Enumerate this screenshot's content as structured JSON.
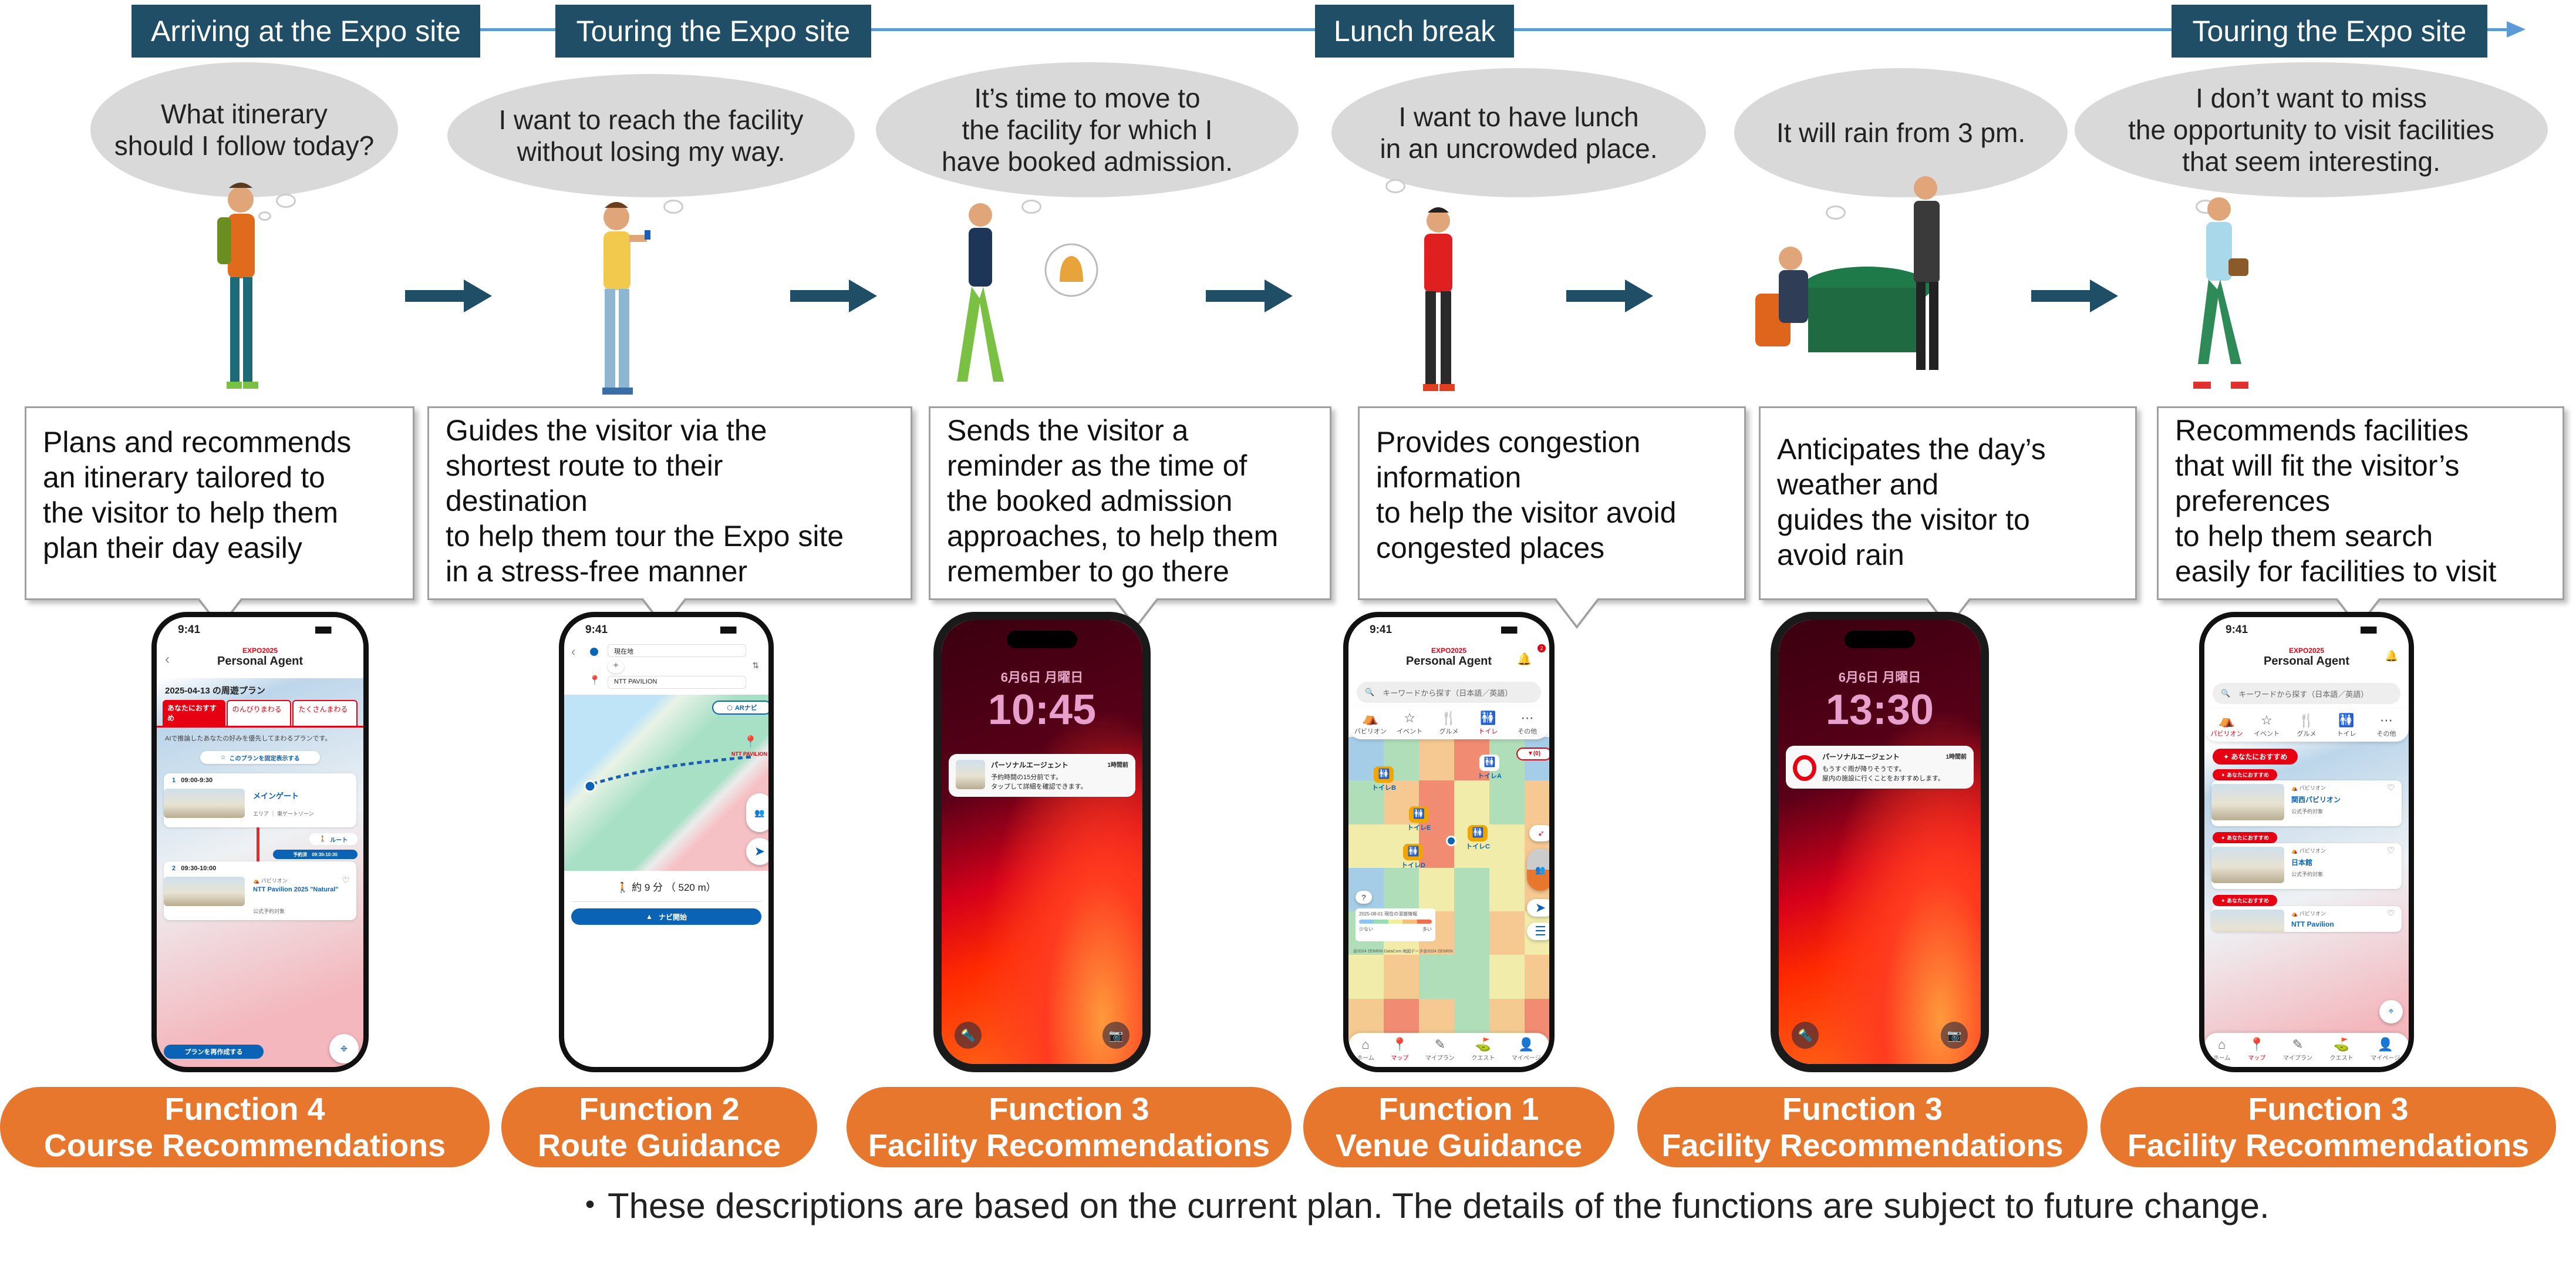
{
  "timeline": {
    "stages": [
      "Arriving at the Expo site",
      "Touring the Expo site",
      "Lunch break",
      "Touring the Expo site"
    ],
    "line_color": "#5b9bd5",
    "label_color": "#1f4e66"
  },
  "thoughts": [
    "What itinerary\nshould I follow today?",
    "I want to reach the facility\nwithout losing my way.",
    "It’s time to move to\nthe facility for which I\nhave booked admission.",
    "I want to have lunch\nin an uncrowded place.",
    "It will rain from 3 pm.",
    "I don’t want to miss\nthe opportunity to visit facilities\nthat seem interesting."
  ],
  "callouts": [
    "Plans and recommends\nan itinerary tailored to\nthe visitor to help them\nplan their day easily",
    "Guides the visitor via the\nshortest route to their\ndestination\nto help them tour the Expo site\nin a stress-free manner",
    "Sends the visitor a\nreminder as the time of\nthe booked admission\napproaches, to help them\nremember to go there",
    "Provides congestion\ninformation\nto help the visitor avoid\ncongested places",
    "Anticipates the day’s\nweather and\nguides the visitor to\navoid rain",
    "Recommends facilities\nthat will fit the visitor’s\npreferences\nto help them search\neasily for facilities to visit"
  ],
  "functions": [
    {
      "number": "Function 4",
      "name": "Course Recommendations"
    },
    {
      "number": "Function 2",
      "name": "Route Guidance"
    },
    {
      "number": "Function 3",
      "name": "Facility Recommendations"
    },
    {
      "number": "Function 1",
      "name": "Venue Guidance"
    },
    {
      "number": "Function 3",
      "name": "Facility Recommendations"
    },
    {
      "number": "Function 3",
      "name": "Facility Recommendations"
    }
  ],
  "function_color": "#e8772e",
  "footnote": "・These descriptions are based on the current plan. The details of the functions are subject to future change.",
  "app": {
    "brand": "EXPO2025",
    "title": "Personal Agent",
    "status_time": "9:41",
    "search_placeholder": "キーワードから探す（日本語／英語）",
    "categories": [
      "パビリオン",
      "イベント",
      "グルメ",
      "トイレ",
      "その他"
    ],
    "bottom_nav": [
      "ホーム",
      "マップ",
      "マイプラン",
      "クエスト",
      "マイページ"
    ],
    "brand_color": "#e60012",
    "accent_color": "#0b63b6"
  },
  "phone1": {
    "plan_title": "2025-04-13 の周遊プラン",
    "tabs": [
      "あなたにおすすめ",
      "のんびりまわる",
      "たくさんまわる"
    ],
    "description": "AIで推論したあなたの好みを優先してまわるプランです。",
    "pin_button": "このプランを固定表示する",
    "stops": [
      {
        "num": "1",
        "time": "09:00-9:30",
        "name": "メインゲート",
        "area": "エリア ｜ 東ゲートゾーン"
      },
      {
        "num": "2",
        "time": "09:30-10:00",
        "category": "パビリオン",
        "name": "NTT Pavilion 2025 \"Natural\"",
        "note": "公式予約対象"
      }
    ],
    "route_button": "ルート",
    "reserved_badge": "予約済　09:30-10:30",
    "remake_button": "プランを再作成する"
  },
  "phone2": {
    "origin": "現在地",
    "destination": "NTT PAVILION",
    "ar_button": "ARナビ",
    "map_label": "NTT PAVILION",
    "eta": "約 9 分 （ 520 m）",
    "start_button": "ナビ開始"
  },
  "phone3": {
    "date": "6月6日 月曜日",
    "time": "10:45",
    "notif_app": "パーソナルエージェント",
    "notif_ago": "1時間前",
    "notif_body": "予約時間の15分前です。\nタップして詳細を確認できます。"
  },
  "phone4": {
    "notif_count": "2",
    "filter": "(0)",
    "toilets": [
      "トイレA",
      "トイレB",
      "トイレC",
      "トイレD",
      "トイレE"
    ],
    "legend_title": "2025-08-01 現在の混雑情報",
    "legend_low": "少ない",
    "legend_high": "多い",
    "legend_colors": [
      "#8ec5ee",
      "#9bdcb0",
      "#f3ee9c",
      "#f7c07a",
      "#f26d50"
    ],
    "copyright": "@2024 ZENRIN DataCom 地図データ@2024 ZENRIN",
    "help": "?"
  },
  "phone5": {
    "date": "6月6日 月曜日",
    "time": "13:30",
    "notif_app": "パーソナルエージェント",
    "notif_ago": "1時間前",
    "notif_body": "もうすぐ雨が降りそうです。\n屋内の施設に行くことをおすすめします。"
  },
  "phone6": {
    "recommend_button": "あなたにおすすめ",
    "items": [
      {
        "badge": "あなたにおすすめ",
        "category": "パビリオン",
        "name": "関西パビリオン",
        "note": "公式予約対象"
      },
      {
        "badge": "あなたにおすすめ",
        "category": "パビリオン",
        "name": "日本館",
        "note": "公式予約対象"
      },
      {
        "badge": "あなたにおすすめ",
        "category": "パビリオン",
        "name": "NTT Pavilion"
      }
    ]
  }
}
